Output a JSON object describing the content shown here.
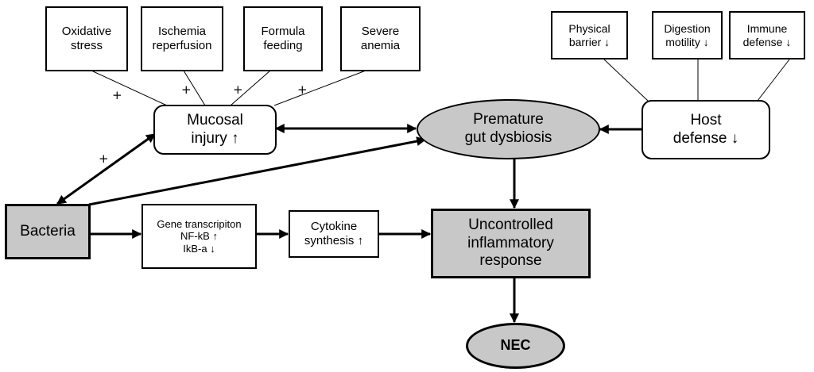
{
  "nodes": {
    "oxidative_stress": [
      "Oxidative",
      "stress"
    ],
    "ischemia_reperfusion": [
      "Ischemia",
      "reperfusion"
    ],
    "formula_feeding": [
      "Formula",
      "feeding"
    ],
    "severe_anemia": [
      "Severe",
      "anemia"
    ],
    "physical_barrier": [
      "Physical",
      "barrier ↓"
    ],
    "digestion_motility": [
      "Digestion",
      "motility ↓"
    ],
    "immune_defense": [
      "Immune",
      "defense ↓"
    ],
    "mucosal_injury": [
      "Mucosal",
      "injury ↑"
    ],
    "premature_gut_dysbiosis": [
      "Premature",
      "gut dysbiosis"
    ],
    "host_defense": [
      "Host",
      "defense ↓"
    ],
    "bacteria": [
      "Bacteria"
    ],
    "gene_transcription": [
      "Gene transcripiton",
      "NF-kB ↑",
      "IkB-a ↓"
    ],
    "cytokine_synthesis": [
      "Cytokine",
      "synthesis ↑"
    ],
    "uncontrolled_inflammatory_response": [
      "Uncontrolled",
      "inflammatory",
      "response"
    ],
    "nec": [
      "NEC"
    ]
  },
  "signs": {
    "plus": "+"
  },
  "colors": {
    "shaded_fill": "#c8c8c8",
    "stroke": "#000000"
  }
}
